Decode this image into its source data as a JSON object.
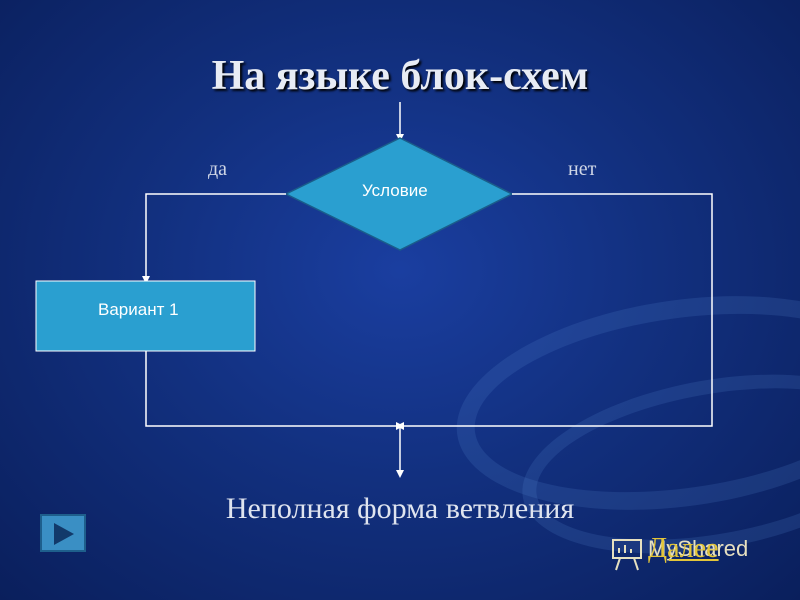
{
  "slide": {
    "title": "На языке блок-схем",
    "caption": "Неполная форма ветвления",
    "link_text": "Далее",
    "watermark": "MyShared"
  },
  "diagram": {
    "yes_label": "да",
    "no_label": "нет",
    "condition_text": "Условие",
    "variant_text": "Вариант 1"
  },
  "colors": {
    "background": "#12307f",
    "shape_fill": "#2a9fd0",
    "line": "#ffffff",
    "link": "#e3c53a"
  },
  "icons": {
    "next": "play-icon",
    "watermark": "presentation-icon"
  }
}
